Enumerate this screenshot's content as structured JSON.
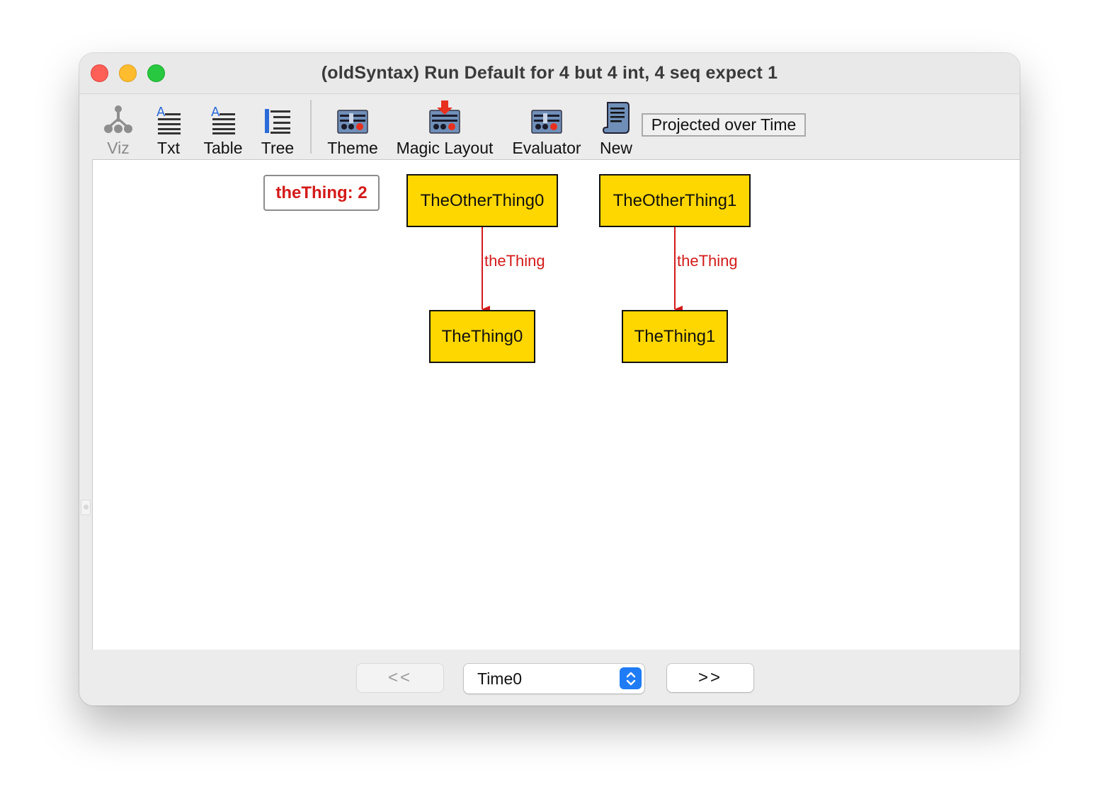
{
  "window": {
    "title": "(oldSyntax) Run Default for 4 but 4 int, 4 seq expect 1"
  },
  "toolbar": {
    "viz": "Viz",
    "txt": "Txt",
    "table": "Table",
    "tree": "Tree",
    "theme": "Theme",
    "magic_layout": "Magic Layout",
    "evaluator": "Evaluator",
    "new": "New",
    "projected_over_time": "Projected over Time"
  },
  "graph": {
    "skolem_label": "theThing: 2",
    "nodes": {
      "other0": "TheOtherThing0",
      "other1": "TheOtherThing1",
      "thing0": "TheThing0",
      "thing1": "TheThing1"
    },
    "edges": {
      "edge0": "theThing",
      "edge1": "theThing"
    },
    "colors": {
      "node_fill": "#ffd700",
      "edge": "#d41a1a"
    }
  },
  "navigation": {
    "prev": "<<",
    "next": ">>",
    "time_selected": "Time0"
  }
}
